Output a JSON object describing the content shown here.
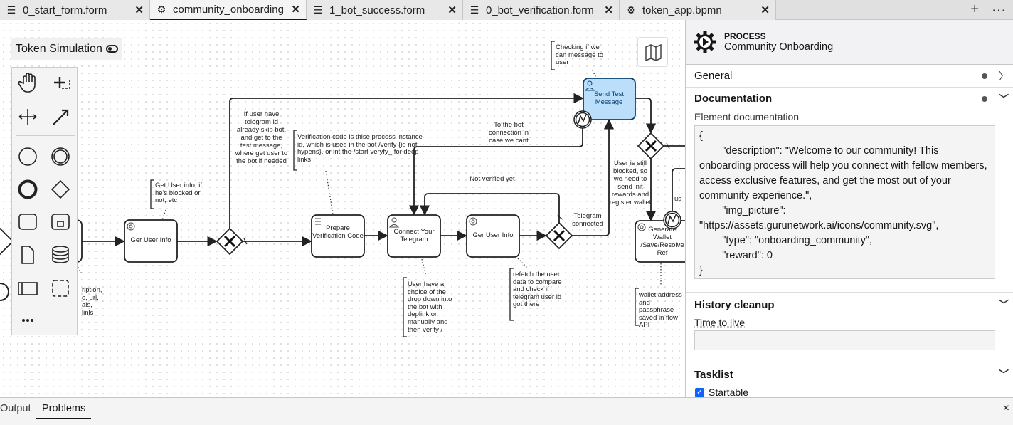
{
  "tabs": [
    {
      "label": "0_start_form.form",
      "icon": "form-icon",
      "active": false
    },
    {
      "label": "community_onboarding.bpmn",
      "icon": "gear-icon",
      "active": true
    },
    {
      "label": "1_bot_success.form",
      "icon": "form-icon",
      "active": false
    },
    {
      "label": "0_bot_verification.form",
      "icon": "form-icon",
      "active": false
    },
    {
      "label": "token_app.bpmn",
      "icon": "gear-icon",
      "active": false
    }
  ],
  "tab_tools": {
    "add": "+",
    "more": "⋯"
  },
  "canvas": {
    "token_simulation": "Token Simulation",
    "tasks": {
      "ger_user_info_1": "Ger User Info",
      "prepare": "Prepare Verification Code",
      "connect": "Connect Your Telegram",
      "ger_user_info_2": "Ger User Info",
      "send_test": "Send Test Message",
      "generate_wallet": "Generate Wallet /Save/Resolve Ref"
    },
    "flow_labels": {
      "skip_bot": "If user have telegram id already skip bot, and get to the test message, where get user to the bot if needed",
      "to_bot": "To the bot connection in case we cant send",
      "not_verified": "Not verified yet",
      "telegram_connected": "Telegram connected",
      "still_blocked": "User is still blocked, so we need to send init rewards and register wallet",
      "partial_us": "us"
    },
    "annotations": {
      "get_user_info": "Get User info, if he's blocked or not, etc",
      "verification_code": "Verification code is thise process instance id, which is used in the bot /verify {id not hypens}, or int the /start veryfy_ for deep links",
      "checking": "Checking if we can message to user",
      "user_choice": "User have a choice of the drop down into the bot with deplink or manually and then verify /",
      "refetch": "refetch the user data to compare and check if telegram user id got there",
      "wallet": "wallet address and passphrase saved in flow API",
      "partial_left": "ription, e, url, als, linls"
    },
    "selected_color": "#bbdefb"
  },
  "panel": {
    "type": "PROCESS",
    "name": "Community Onboarding",
    "general": "General",
    "documentation": "Documentation",
    "element_documentation": "Element documentation",
    "doc_value": "{\n        \"description\": \"Welcome to our community! This onboarding process will help you connect with fellow members, access exclusive features, and get the most out of your community experience.\",\n        \"img_picture\": \"https://assets.gurunetwork.ai/icons/community.svg\",\n        \"type\": \"onboarding_community\",\n        \"reward\": 0\n}",
    "history_cleanup": "History cleanup",
    "time_to_live": "Time to live",
    "time_to_live_value": "",
    "tasklist": "Tasklist",
    "startable": "Startable",
    "startable_checked": true
  },
  "bottom": {
    "output": "Output",
    "problems": "Problems",
    "close": "×"
  }
}
